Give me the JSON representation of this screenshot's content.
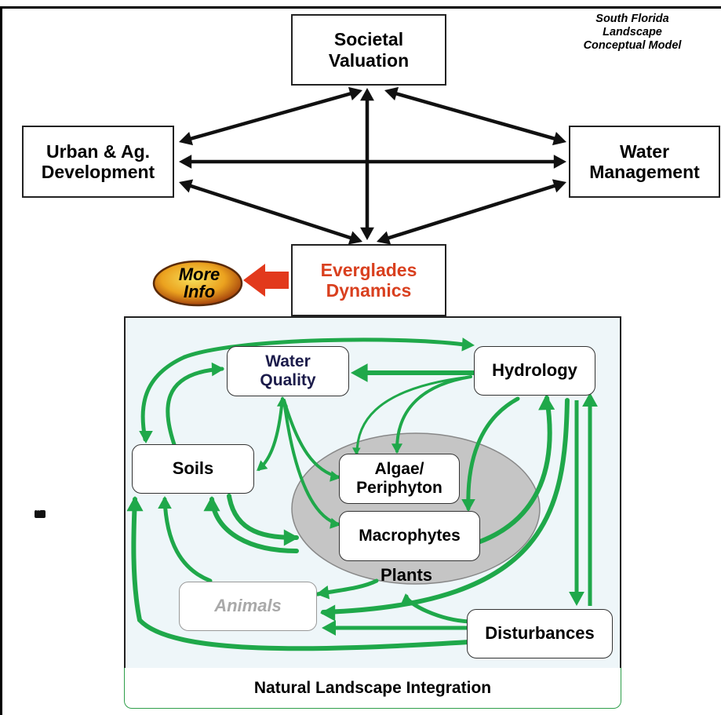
{
  "header_note": "South Florida\nLandscape\nConceptual Model",
  "top_boxes": {
    "societal": "Societal\nValuation",
    "urban": "Urban & Ag.\nDevelopment",
    "water_mgmt": "Water\nManagement",
    "everglades": "Everglades\nDynamics"
  },
  "more_info": "More\nInfo",
  "panel": {
    "water_quality": "Water\nQuality",
    "hydrology": "Hydrology",
    "soils": "Soils",
    "algae": "Algae/\nPeriphyton",
    "macrophytes": "Macrophytes",
    "plants": "Plants",
    "animals": "Animals",
    "disturbances": "Disturbances",
    "footer": "Natural Landscape Integration"
  },
  "colors": {
    "arrow_black": "#111111",
    "arrow_green": "#1fa84a",
    "everglades_text": "#d9401f",
    "water_quality_text": "#1b1b4a",
    "animals_text": "#a9a9a9",
    "plants_ellipse": "#c5c5c5",
    "more_info_fill": "#e89a1a",
    "more_info_arrow": "#e2391c",
    "panel_bg": "#eef6f9"
  }
}
